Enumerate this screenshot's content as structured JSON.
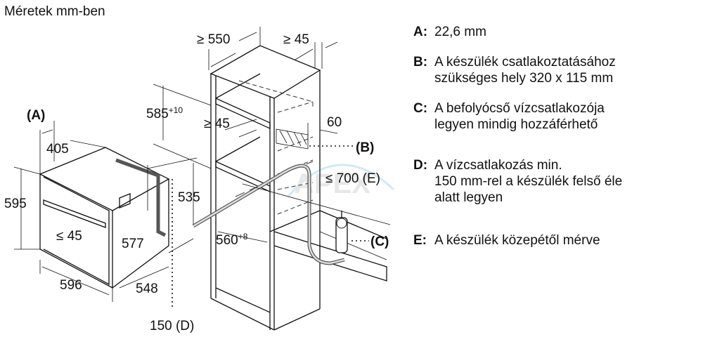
{
  "title": "Méretek mm-ben",
  "watermark": "APEX",
  "dimensions": {
    "cab_width": "≥ 550",
    "cab_back_gap": "≥ 45",
    "niche_height": "585",
    "niche_height_tol": "+10",
    "inner_gap": "≥ 45",
    "side_depth": "60",
    "label_b": "(B)",
    "max_offset": "≤ 700 (E)",
    "label_c": "(C)",
    "niche_depth": "560",
    "niche_depth_tol": "+8",
    "label_a": "(A)",
    "oven_top_depth": "405",
    "oven_height": "595",
    "door_gap": "≤ 45",
    "oven_body_height": "577",
    "hose_height": "535",
    "oven_width": "596",
    "oven_depth": "548",
    "label_d": "150 (D)"
  },
  "legend": [
    {
      "key": "A:",
      "lines": [
        "22,6 mm"
      ]
    },
    {
      "key": "B:",
      "lines": [
        "A készülék csatlakoztatásához",
        "szükséges hely 320 x 115 mm"
      ]
    },
    {
      "key": "C:",
      "lines": [
        "A befolyócső vízcsatlakozója",
        "legyen mindig hozzáférhető"
      ]
    },
    {
      "key": "D:",
      "lines": [
        "A vízcsatlakozás min.",
        "150 mm-rel a készülék felső éle",
        "alatt legyen"
      ]
    },
    {
      "key": "E:",
      "lines": [
        "A készülék közepétől mérve"
      ]
    }
  ]
}
